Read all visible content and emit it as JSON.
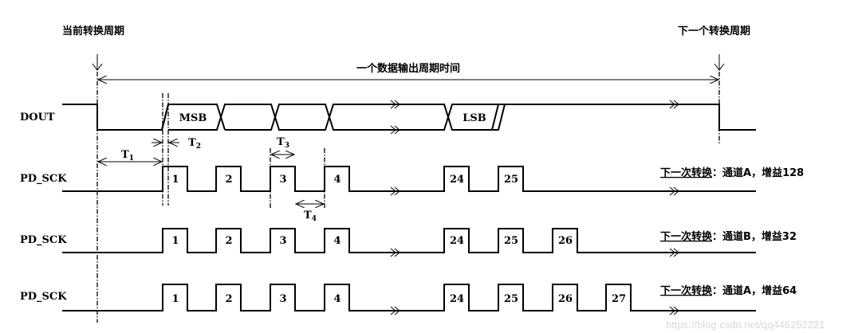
{
  "titles": {
    "current_period": "当前转换周期",
    "next_period": "下一个转换周期",
    "data_output_period": "一个数据输出周期时间"
  },
  "signals": {
    "dout": "DOUT",
    "pd_sck_1": "PD_SCK",
    "pd_sck_2": "PD_SCK",
    "pd_sck_3": "PD_SCK"
  },
  "dout_bits": {
    "msb": "MSB",
    "lsb": "LSB"
  },
  "timing": {
    "t1": "T",
    "t1_sub": "1",
    "t2": "T",
    "t2_sub": "2",
    "t3": "T",
    "t3_sub": "3",
    "t4": "T",
    "t4_sub": "4"
  },
  "rows": [
    {
      "pulses": [
        "1",
        "2",
        "3",
        "4",
        "24",
        "25"
      ],
      "next_label": "下一次转换",
      "next_desc": "：通道A，增益128"
    },
    {
      "pulses": [
        "1",
        "2",
        "3",
        "4",
        "24",
        "25",
        "26"
      ],
      "next_label": "下一次转换",
      "next_desc": "：通道B，增益32"
    },
    {
      "pulses": [
        "1",
        "2",
        "3",
        "4",
        "24",
        "25",
        "26",
        "27"
      ],
      "next_label": "下一次转换",
      "next_desc": "：通道A，增益64"
    }
  ],
  "watermark": "https://blog.csdn.net/qq446252221"
}
